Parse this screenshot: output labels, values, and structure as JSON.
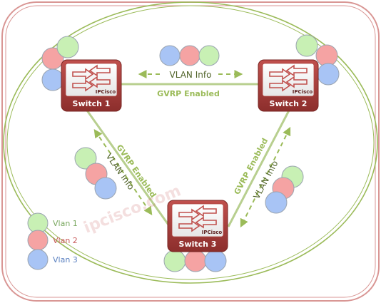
{
  "switches": [
    {
      "id": "sw1",
      "label": "Switch 1",
      "logo": "IPCisco"
    },
    {
      "id": "sw2",
      "label": "Switch 2",
      "logo": "IPCisco"
    },
    {
      "id": "sw3",
      "label": "Switch 3",
      "logo": "IPCisco"
    }
  ],
  "links": {
    "top": {
      "protocol": "GVRP Enabled",
      "info": "VLAN Info"
    },
    "left": {
      "protocol": "GVRP Enabled",
      "info": "VLAN Info"
    },
    "right": {
      "protocol": "GVRP Enabled",
      "info": "VLAN Info"
    }
  },
  "legend": [
    {
      "label": "Vlan 1",
      "color": "#c8f0b4",
      "text_color": "#7aa860"
    },
    {
      "label": "Vlan 2",
      "color": "#f5a3a3",
      "text_color": "#c85a5a"
    },
    {
      "label": "Vlan 3",
      "color": "#a8c4f5",
      "text_color": "#5a80c0"
    }
  ],
  "watermark": "ipcisco.com",
  "colors": {
    "switch_fill": "#c0504d",
    "switch_dark": "#8c2e2c",
    "link_text": "#9bbb59",
    "info_text": "#4f6228",
    "frame_outer": "#d99694",
    "frame_inner": "#9bbb59"
  }
}
